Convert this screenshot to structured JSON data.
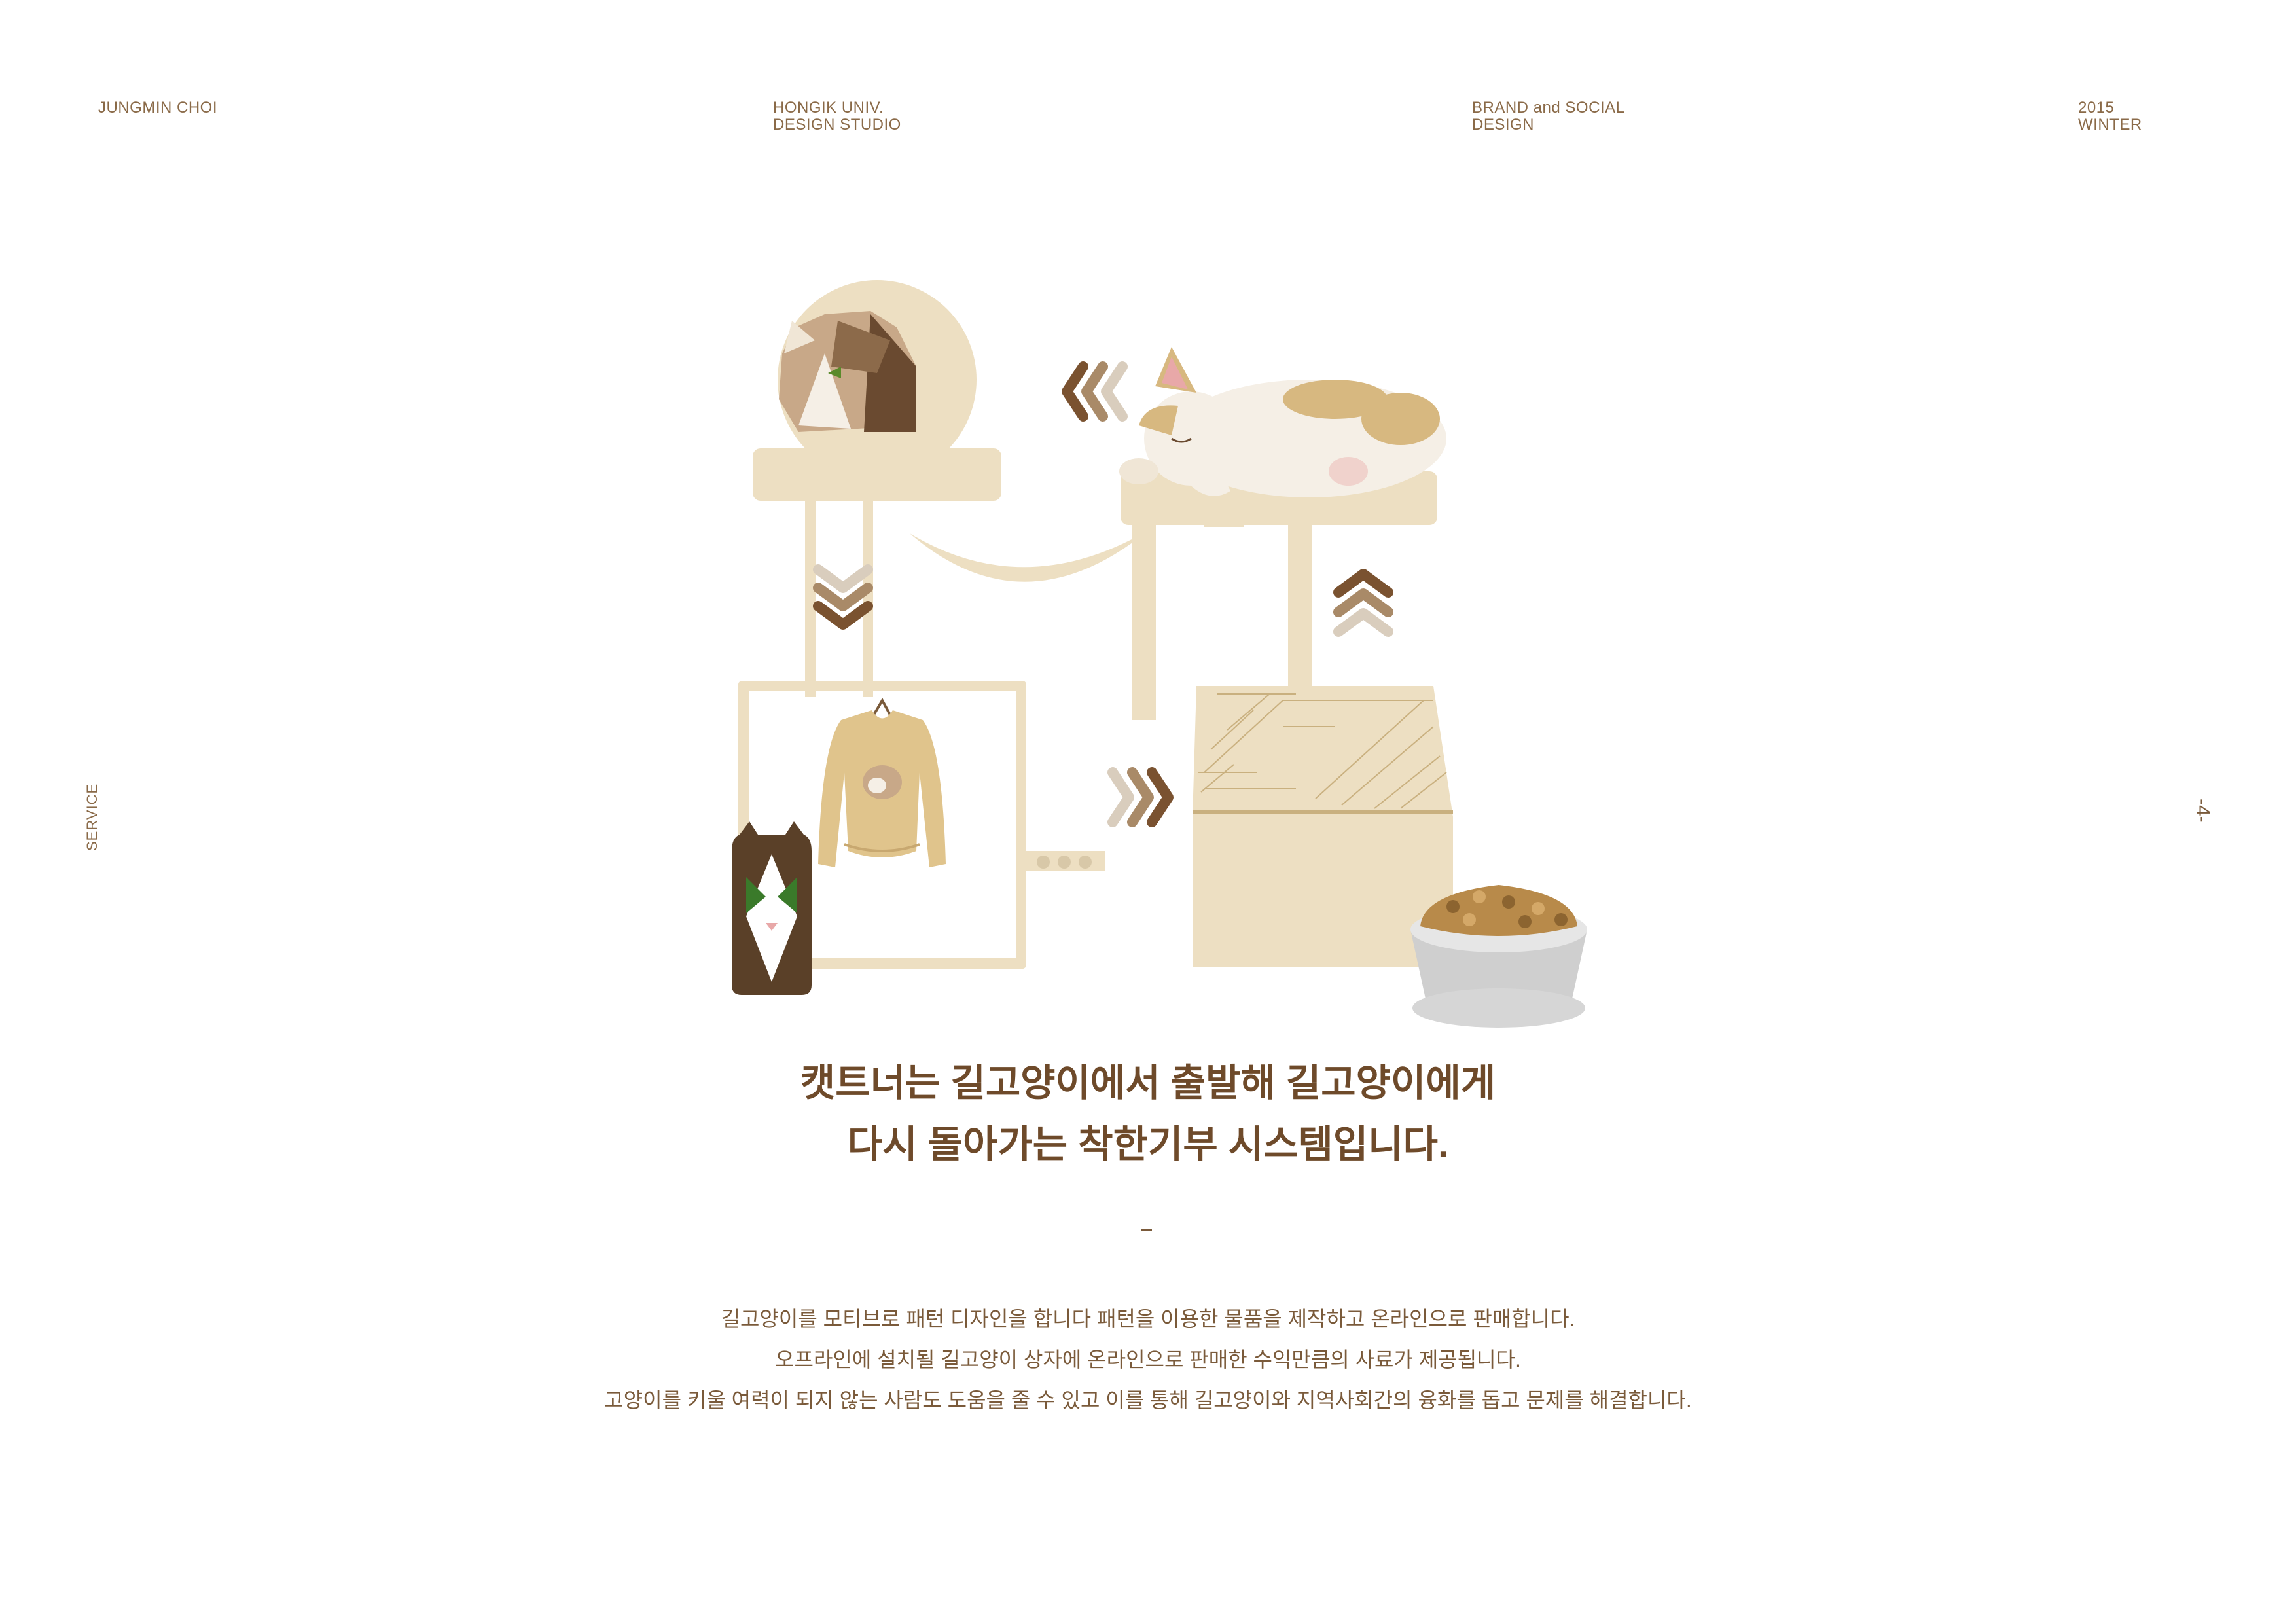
{
  "header": {
    "author": "JUNGMIN CHOI",
    "school_line1": "HONGIK UNIV.",
    "school_line2": "DESIGN STUDIO",
    "course_line1": "BRAND and SOCIAL",
    "course_line2": "DESIGN",
    "year": "2015",
    "season": "WINTER"
  },
  "side": {
    "section_label": "SERVICE",
    "page_number": "-4-"
  },
  "illustration": {
    "icons": [
      "cat-portrait-icon",
      "chevron-left-icon",
      "sleeping-cat-icon",
      "chevron-down-icon",
      "chevron-up-icon",
      "sweater-icon",
      "chevron-right-icon",
      "phone-case-icon",
      "food-bowl-icon"
    ],
    "colors": {
      "tower": "#eddfc2",
      "chevron_dark": "#7a5230",
      "chevron_mid": "#a98a68",
      "chevron_light": "#d9cdbd",
      "sweater": "#e0c48c",
      "bowl": "#d6d6d6",
      "kibble": "#b88a4a"
    }
  },
  "headline": {
    "line1": "캣트너는 길고양이에서 출발해 길고양이에게",
    "line2": "다시 돌아가는 착한기부 시스템입니다."
  },
  "body": {
    "line1": "길고양이를 모티브로 패턴 디자인을 합니다 패턴을 이용한 물품을 제작하고 온라인으로 판매합니다.",
    "line2": "오프라인에 설치될 길고양이 상자에 온라인으로 판매한 수익만큼의 사료가 제공됩니다.",
    "line3": "고양이를 키울 여력이 되지 않는 사람도 도움을 줄 수 있고 이를 통해 길고양이와 지역사회간의 융화를 돕고 문제를 해결합니다."
  }
}
